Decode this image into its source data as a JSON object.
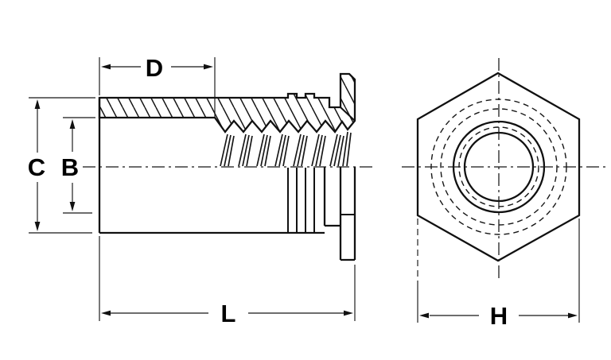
{
  "drawing": {
    "dimension_labels": {
      "C": "C",
      "B": "B",
      "D": "D",
      "L": "L",
      "H": "H"
    }
  },
  "colors": {
    "line": "#111111",
    "background": "#ffffff"
  }
}
